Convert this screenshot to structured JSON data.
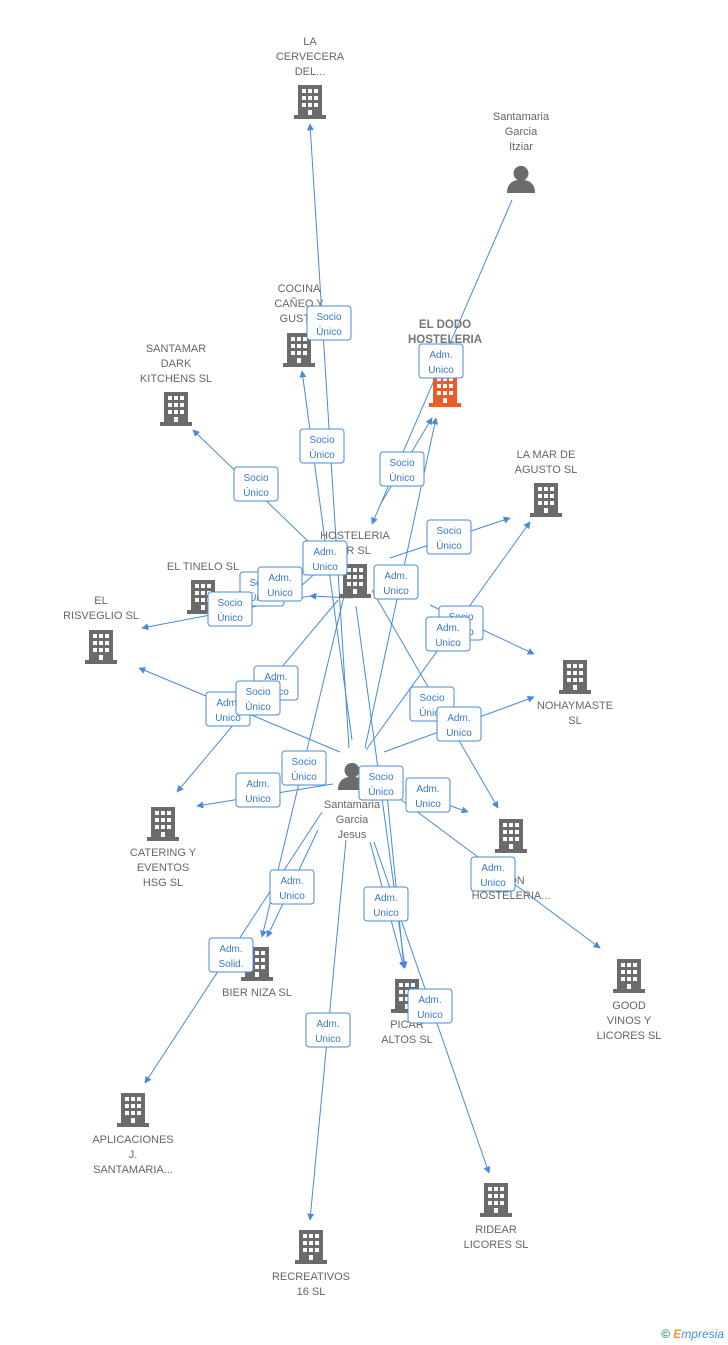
{
  "nodes": [
    {
      "id": "cervecera",
      "kind": "company",
      "label": [
        "LA",
        "CERVECERA",
        "DEL..."
      ]
    },
    {
      "id": "itziar",
      "kind": "person",
      "label": [
        "Santamaria",
        "Garcia",
        "Itziar"
      ]
    },
    {
      "id": "cocina",
      "kind": "company",
      "label": [
        "COCINA",
        "CAÑEO Y",
        "GUSTO"
      ]
    },
    {
      "id": "dodo",
      "kind": "company",
      "focus": true,
      "label": [
        "EL DODO",
        "HOSTELERIA"
      ]
    },
    {
      "id": "dark",
      "kind": "company",
      "label": [
        "SANTAMAR",
        "DARK",
        "KITCHENS  SL"
      ]
    },
    {
      "id": "lamar",
      "kind": "company",
      "label": [
        "LA MAR DE",
        "AGUSTO  SL"
      ]
    },
    {
      "id": "hosteleria",
      "kind": "company",
      "label": [
        "HOSTELERIA",
        "AR SL"
      ]
    },
    {
      "id": "tinelo",
      "kind": "company",
      "label": [
        "EL TINELO  SL"
      ]
    },
    {
      "id": "risveglio",
      "kind": "company",
      "label": [
        "EL",
        "RISVEGLIO  SL"
      ]
    },
    {
      "id": "nohay",
      "kind": "company",
      "label": [
        "NOHAYMASTE",
        "SL"
      ]
    },
    {
      "id": "jesus",
      "kind": "person",
      "label": [
        "Santamaria",
        "Garcia",
        "Jesus"
      ]
    },
    {
      "id": "catering",
      "kind": "company",
      "label": [
        "CATERING Y",
        "EVENTOS",
        "HSG  SL"
      ]
    },
    {
      "id": "gestion",
      "kind": "company",
      "label": [
        "CION",
        "HOSTELERIA..."
      ]
    },
    {
      "id": "bier",
      "kind": "company",
      "label": [
        "BIER NIZA  SL"
      ]
    },
    {
      "id": "picar",
      "kind": "company",
      "label": [
        "PICAR",
        "ALTOS  SL"
      ]
    },
    {
      "id": "good",
      "kind": "company",
      "label": [
        "GOOD",
        "VINOS Y",
        "LICORES  SL"
      ]
    },
    {
      "id": "aplic",
      "kind": "company",
      "label": [
        "APLICACIONES",
        "J.",
        "SANTAMARIA..."
      ]
    },
    {
      "id": "ridear",
      "kind": "company",
      "label": [
        "RIDEAR",
        "LICORES  SL"
      ]
    },
    {
      "id": "recre",
      "kind": "company",
      "label": [
        "RECREATIVOS",
        "16  SL"
      ]
    }
  ],
  "badges": [
    {
      "lines": [
        "Socio",
        "Único"
      ]
    },
    {
      "lines": [
        "Adm.",
        "Unico"
      ]
    },
    {
      "lines": [
        "Socio",
        "Único"
      ]
    },
    {
      "lines": [
        "Socio",
        "Único"
      ]
    },
    {
      "lines": [
        "Socio",
        "Único"
      ]
    },
    {
      "lines": [
        "Socio",
        "Único"
      ]
    },
    {
      "lines": [
        "Adm.",
        "Unico"
      ]
    },
    {
      "lines": [
        "Adm.",
        "Unico"
      ]
    },
    {
      "lines": [
        "Socio",
        "Único"
      ]
    },
    {
      "lines": [
        "Adm.",
        "Unico"
      ]
    },
    {
      "lines": [
        "Socio",
        "Único"
      ]
    },
    {
      "lines": [
        "Socio",
        "Único"
      ]
    },
    {
      "lines": [
        "Adm.",
        "Unico"
      ]
    },
    {
      "lines": [
        "Adm.",
        "Unico"
      ]
    },
    {
      "lines": [
        "Adm.",
        "Unico"
      ]
    },
    {
      "lines": [
        "Socio",
        "Único"
      ]
    },
    {
      "lines": [
        "Socio",
        "Único"
      ]
    },
    {
      "lines": [
        "Adm.",
        "Unico"
      ]
    },
    {
      "lines": [
        "Socio",
        "Único"
      ]
    },
    {
      "lines": [
        "Socio",
        "Único"
      ]
    },
    {
      "lines": [
        "Adm.",
        "Unico"
      ]
    },
    {
      "lines": [
        "Adm.",
        "Unico"
      ]
    },
    {
      "lines": [
        "Adm.",
        "Unico"
      ]
    },
    {
      "lines": [
        "Adm.",
        "Unico"
      ]
    },
    {
      "lines": [
        "Adm.",
        "Solid."
      ]
    },
    {
      "lines": [
        "Adm.",
        "Unico"
      ]
    },
    {
      "lines": [
        "Adm.",
        "Unico"
      ]
    },
    {
      "lines": [
        "Adm.",
        "Unico"
      ]
    }
  ],
  "colors": {
    "edge": "#4a8ad8",
    "node": "#6b6b6b",
    "focus": "#f05a28",
    "label": "#666666"
  },
  "brand": {
    "symbol": "©",
    "initial": "E",
    "rest": "mpresia"
  }
}
